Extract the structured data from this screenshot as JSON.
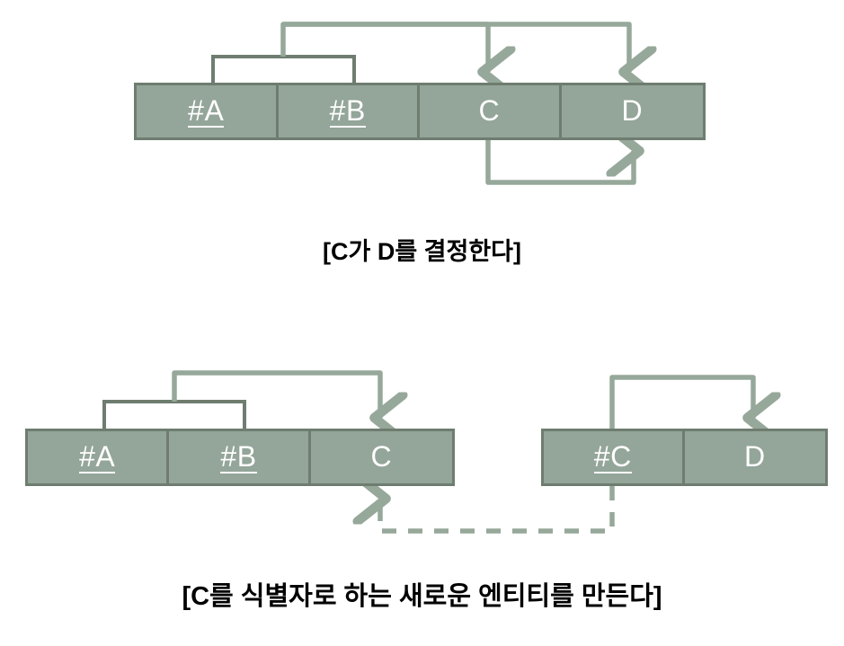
{
  "diagram": {
    "title_absent": true,
    "colors": {
      "cell_fill": "#94a599",
      "cell_border": "#6e7d70",
      "cell_text": "#ffffff",
      "arrow_light": "#96a89a",
      "bracket_dark": "#6e7d70",
      "caption_text": "#000000",
      "background": "#ffffff"
    },
    "entities": [
      {
        "id": "entity-top",
        "attributes": [
          {
            "label": "#A",
            "is_key": true
          },
          {
            "label": "#B",
            "is_key": true
          },
          {
            "label": "C",
            "is_key": false
          },
          {
            "label": "D",
            "is_key": false
          }
        ]
      },
      {
        "id": "entity-left",
        "attributes": [
          {
            "label": "#A",
            "is_key": true
          },
          {
            "label": "#B",
            "is_key": true
          },
          {
            "label": "C",
            "is_key": false
          }
        ]
      },
      {
        "id": "entity-right",
        "attributes": [
          {
            "label": "#C",
            "is_key": true
          },
          {
            "label": "D",
            "is_key": false
          }
        ]
      }
    ],
    "relations": [
      {
        "name": "ab-to-c-top",
        "from": "#A+#B",
        "to": "C",
        "style": "solid"
      },
      {
        "name": "ab-to-d-top",
        "from": "#A+#B",
        "to": "D",
        "style": "solid"
      },
      {
        "name": "c-to-d-top",
        "from": "C",
        "to": "D",
        "style": "solid"
      },
      {
        "name": "ab-to-c-left",
        "from": "#A+#B",
        "to": "C",
        "style": "solid"
      },
      {
        "name": "hashc-to-d",
        "from": "#C",
        "to": "D",
        "style": "solid"
      },
      {
        "name": "hashc-to-c",
        "from": "#C",
        "to": "C",
        "style": "dashed"
      }
    ],
    "captions": {
      "first": "[C가 D를 결정한다]",
      "second": "[C를 식별자로 하는 새로운 엔티티를 만든다]"
    }
  }
}
